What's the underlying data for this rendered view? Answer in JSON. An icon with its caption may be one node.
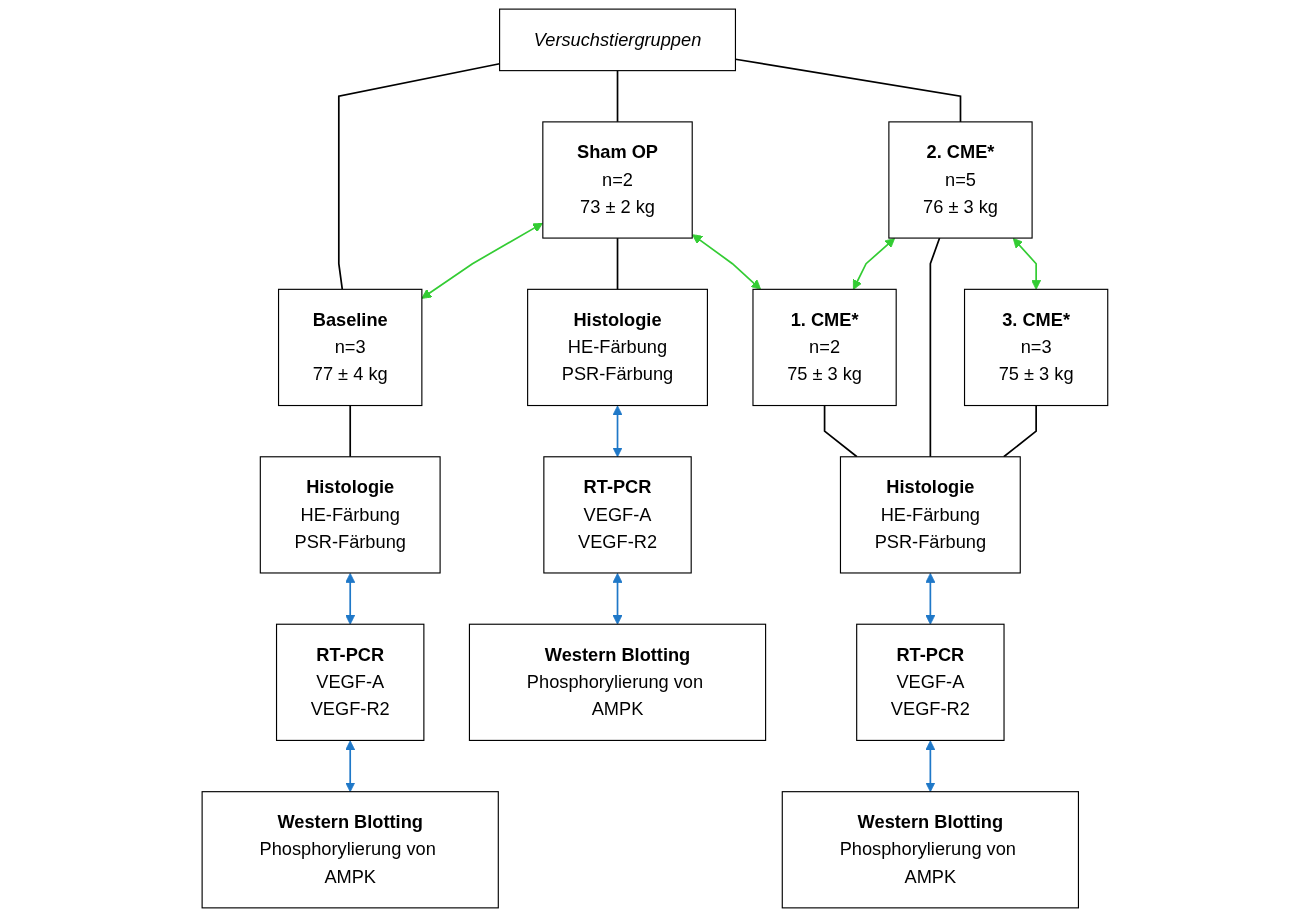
{
  "diagram": {
    "nodes": [
      {
        "text": [
          "Versuchstiergruppen"
        ]
      },
      {
        "text": [
          "Baseline",
          "n=3",
          "77 ± 4 kg"
        ]
      },
      {
        "text": [
          "Sham OP",
          "n=2",
          "73 ± 2 kg"
        ]
      },
      {
        "text": [
          "1. CME*",
          "n=2",
          "75 ± 3 kg"
        ]
      },
      {
        "text": [
          "2. CME*",
          "n=5",
          "76 ± 3 kg"
        ]
      },
      {
        "text": [
          "3. CME*",
          "n=3",
          "75 ± 3 kg"
        ]
      },
      {
        "text": [
          "Histologie",
          "HE-Färbung",
          "PSR-Färbung"
        ]
      },
      {
        "text": [
          "Histologie",
          "HE-Färbung",
          "PSR-Färbung"
        ]
      },
      {
        "text": [
          "Histologie",
          "HE-Färbung",
          "PSR-Färbung"
        ]
      },
      {
        "text": [
          "RT-PCR",
          "VEGF-A",
          "VEGF-R2"
        ]
      },
      {
        "text": [
          "RT-PCR",
          "VEGF-A",
          "VEGF-R2"
        ]
      },
      {
        "text": [
          "RT-PCR",
          "VEGF-A",
          "VEGF-R2"
        ]
      },
      {
        "text": [
          "Western Blotting",
          "Phosphorylierung von AMPK"
        ]
      },
      {
        "text": [
          "Western Blotting",
          "Phosphorylierung von AMPK"
        ]
      },
      {
        "text": [
          "Western Blotting",
          "Phosphorylierung von AMPK"
        ]
      }
    ],
    "edges": [
      {
        "from": 0,
        "to": 1,
        "arrow": "none"
      },
      {
        "from": 0,
        "to": 2,
        "arrow": "none"
      },
      {
        "from": 0,
        "to": 4,
        "arrow": "none"
      },
      {
        "from": 1,
        "to": 2,
        "arrow": "both",
        "color": "#33cc33"
      },
      {
        "from": 2,
        "to": 3,
        "arrow": "both",
        "color": "#33cc33"
      },
      {
        "from": 3,
        "to": 4,
        "arrow": "both",
        "color": "#33cc33"
      },
      {
        "from": 4,
        "to": 5,
        "arrow": "both",
        "color": "#33cc33"
      },
      {
        "from": 1,
        "to": 6,
        "arrow": "none"
      },
      {
        "from": 2,
        "to": 7,
        "arrow": "none"
      },
      {
        "from": 3,
        "to": 8,
        "arrow": "none"
      },
      {
        "from": 4,
        "to": 8,
        "arrow": "none"
      },
      {
        "from": 5,
        "to": 8,
        "arrow": "none"
      },
      {
        "from": 6,
        "to": 9,
        "arrow": "both",
        "color": "#1f78c8"
      },
      {
        "from": 9,
        "to": 12,
        "arrow": "both",
        "color": "#1f78c8"
      },
      {
        "from": 7,
        "to": 10,
        "arrow": "both",
        "color": "#1f78c8"
      },
      {
        "from": 10,
        "to": 13,
        "arrow": "both",
        "color": "#1f78c8"
      },
      {
        "from": 8,
        "to": 11,
        "arrow": "both",
        "color": "#1f78c8"
      },
      {
        "from": 11,
        "to": 14,
        "arrow": "both",
        "color": "#1f78c8"
      }
    ]
  }
}
